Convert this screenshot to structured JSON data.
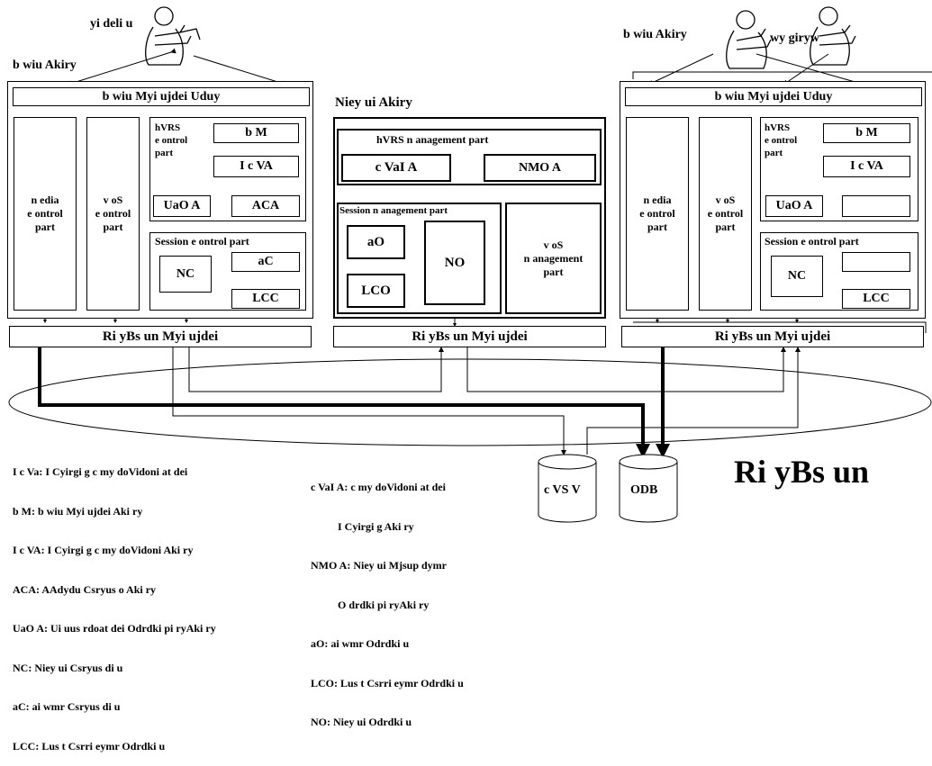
{
  "user_left": "yi deli u",
  "user_right_a": "b wiu Akiry",
  "user_right_b": "wy giryw",
  "terminal_agent_left": "b wiu Akiry",
  "panel_top": "b wiu Myi ujdei Uduy",
  "network_bar": "Ri yBs un Myi ujdei",
  "media_control": "n edia\ne ontrol\npart",
  "qos_control": "v oS\ne ontrol\npart",
  "hvrs_control": "hVRS\ne ontrol\npart",
  "bm": "b M",
  "icva": "I c VA",
  "uaoa": "UaO A",
  "aca": "ACA",
  "session_control": "Session e ontrol part",
  "nc": "NC",
  "ac": "aC",
  "lcc": "LCC",
  "network_agent_title": "Niey ui Akiry",
  "hvrs_mgmt": "hVRS n anagement part",
  "cvaia": "c VaI A",
  "nmoa": "NMO A",
  "session_mgmt": "Session n anagement part",
  "ao": "aO",
  "no": "NO",
  "lco": "LCO",
  "qos_mgmt": "v oS\nn anagement\npart",
  "network_label": "Ri yBs un",
  "db_left": "c VS V",
  "db_right": "ODB",
  "legend_left": [
    "I c Va: I Cyirgi g c my doVidoni at dei",
    "b M: b wiu Myi ujdei Aki ry",
    "I c VA: I Cyirgi g c my doVidoni Aki ry",
    "ACA: AAdydu Csryus o Aki ry",
    "UaO A: Ui uus rdoat dei Odrdki pi ryAki ry",
    "NC: Niey ui Csryus di u",
    "aC: ai wmr Csryus di u",
    "LCC: Lus t Csrri eymr Odrdki u"
  ],
  "legend_right": [
    "c VaI A: c my doVidoni at dei",
    "          I Cyirgi g Aki ry",
    "NMO A: Niey ui Mjsup dymr",
    "          O drdki pi ryAki ry",
    "aO: ai wmr Odrdki u",
    "LCO: Lus t Csrri eymr Odrdki u",
    "NO: Niey ui Odrdki u"
  ]
}
